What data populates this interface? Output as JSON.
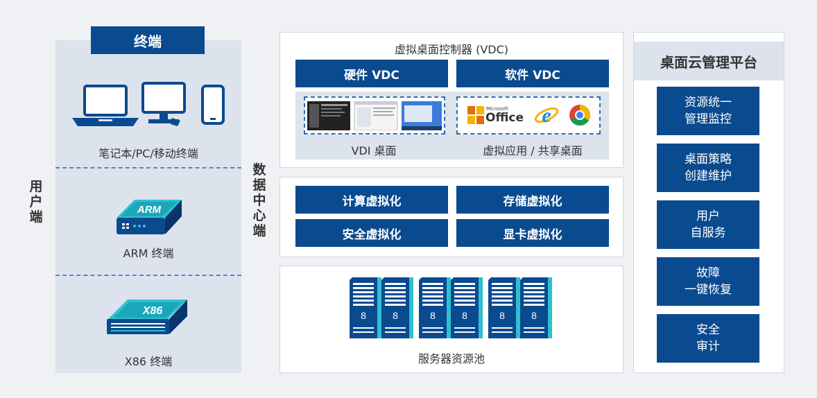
{
  "user_side": {
    "vertical_label": [
      "用",
      "户",
      "端"
    ],
    "header": "终端",
    "groups": [
      {
        "caption": "笔记本/PC/移动终端"
      },
      {
        "caption": "ARM 终端",
        "device_text": "ARM"
      },
      {
        "caption": "X86 终端",
        "device_text": "X86"
      }
    ]
  },
  "datacenter": {
    "vertical_label": [
      "数",
      "据",
      "中",
      "心",
      "端"
    ],
    "vdc": {
      "title": "虚拟桌面控制器 (VDC)",
      "hardware": "硬件 VDC",
      "software": "软件 VDC",
      "vdi_caption": "VDI 桌面",
      "app_caption": "虚拟应用 / 共享桌面",
      "office_small": "Microsoft",
      "office_big": "Office"
    },
    "virtualization": {
      "items": [
        "计算虚拟化",
        "存储虚拟化",
        "安全虚拟化",
        "显卡虚拟化"
      ]
    },
    "servers": {
      "caption": "服务器资源池",
      "unit_mark": "8"
    }
  },
  "management": {
    "title": "桌面云管理平台",
    "items": [
      {
        "line1": "资源统一",
        "line2": "管理监控"
      },
      {
        "line1": "桌面策略",
        "line2": "创建维护"
      },
      {
        "line1": "用户",
        "line2": "自服务"
      },
      {
        "line1": "故障",
        "line2": "一键恢复"
      },
      {
        "line1": "安全",
        "line2": "审计"
      }
    ]
  },
  "colors": {
    "primary": "#0a4a8f",
    "light_panel": "#dde3ec",
    "accent_cyan": "#2fc0d0"
  }
}
